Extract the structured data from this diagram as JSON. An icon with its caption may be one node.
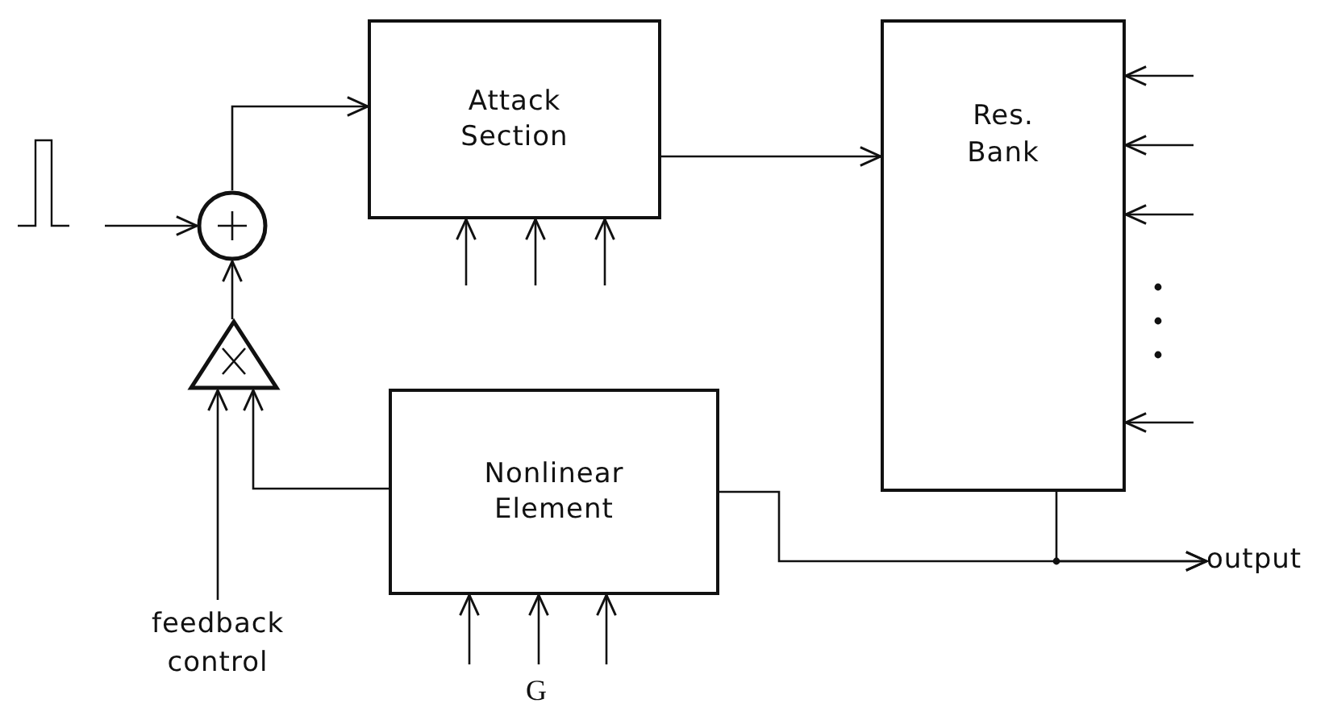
{
  "diagram": {
    "nodes": [
      {
        "text": [
          "Attack Section"
        ]
      },
      {
        "text": [
          "Res. Bank"
        ]
      },
      {
        "text": [],
        "shape": "circle"
      },
      {
        "text": [],
        "shape": "triangle"
      },
      {
        "text": [
          "Nonlinear Element"
        ]
      },
      {
        "text": [
          "feedback control"
        ]
      },
      {
        "text": [
          "output"
        ]
      }
    ],
    "edges": [
      {
        "from": null,
        "to": 2,
        "arrow": "to"
      },
      {
        "from": 2,
        "to": 0,
        "arrow": "to"
      },
      {
        "from": 0,
        "to": 1,
        "arrow": "to"
      },
      {
        "from": 3,
        "to": 2,
        "arrow": "to"
      },
      {
        "from": 5,
        "to": 3,
        "arrow": "to"
      },
      {
        "from": 4,
        "to": 3,
        "arrow": "to"
      },
      {
        "from": 4,
        "to": 6,
        "arrow": "to"
      },
      {
        "from": 1,
        "to": 6,
        "arrow": "to"
      },
      {
        "from": null,
        "to": 0,
        "arrow": "to"
      },
      {
        "from": null,
        "to": 0,
        "arrow": "to"
      },
      {
        "from": null,
        "to": 0,
        "arrow": "to"
      },
      {
        "from": null,
        "to": 4,
        "arrow": "to"
      },
      {
        "from": null,
        "to": 4,
        "arrow": "to"
      },
      {
        "from": null,
        "to": 4,
        "arrow": "to"
      },
      {
        "from": null,
        "to": 1,
        "arrow": "to"
      },
      {
        "from": null,
        "to": 1,
        "arrow": "to"
      },
      {
        "from": null,
        "to": 1,
        "arrow": "to"
      },
      {
        "from": null,
        "to": 1,
        "arrow": "to"
      }
    ],
    "labels": [
      "G"
    ]
  }
}
